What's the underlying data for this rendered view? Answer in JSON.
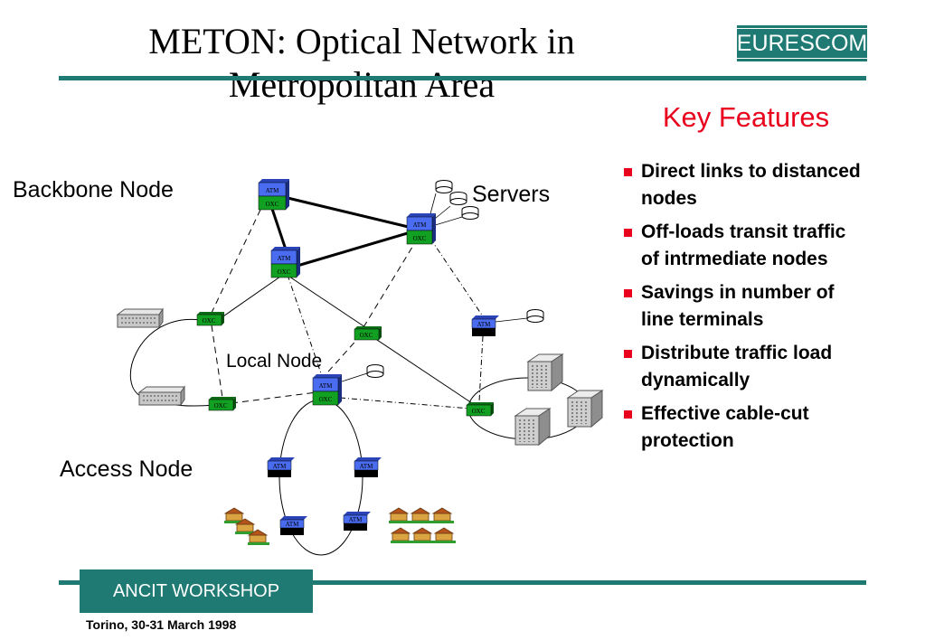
{
  "slide": {
    "title_line1": "METON:  Optical Network in",
    "title_line2": "Metropolitan Area",
    "logo_text": "EURESCOM"
  },
  "features": {
    "heading": "Key Features",
    "items": [
      "Direct links to distanced nodes",
      "Off-loads transit traffic of intrmediate nodes",
      "Savings in number of line terminals",
      "Distribute traffic load dynamically",
      "Effective cable-cut protection"
    ]
  },
  "diagram": {
    "labels": {
      "backbone": "Backbone Node",
      "servers": "Servers",
      "local": "Local Node",
      "access": "Access Node"
    },
    "box_atm": "ATM",
    "box_oxc": "OXC",
    "colors": {
      "atm": "#4a6cf0",
      "oxc": "#12a022",
      "access_base": "#000000"
    }
  },
  "footer": {
    "workshop": "ANCIT WORKSHOP",
    "date": "Torino, 30-31 March 1998"
  }
}
